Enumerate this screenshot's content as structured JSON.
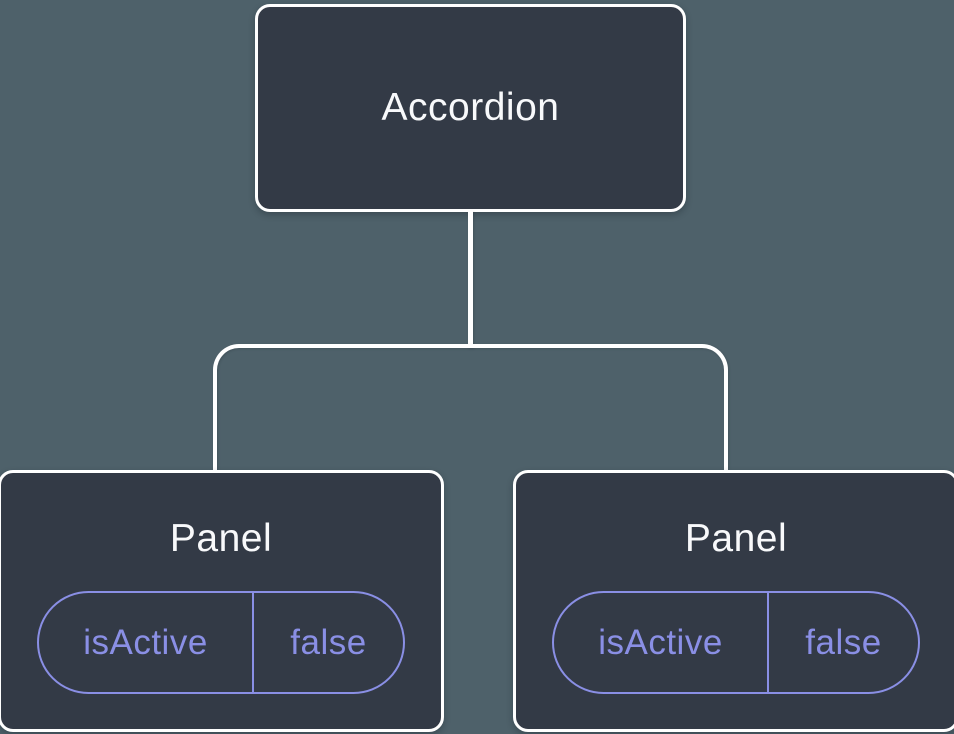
{
  "diagram": {
    "colors": {
      "canvas-bg": "#4E616A",
      "node-bg": "#333A46",
      "connector": "#FFFFFF",
      "node-text": "#F8F9FB",
      "accent": "#8A8FE5"
    },
    "root": {
      "label": "Accordion"
    },
    "children": [
      {
        "label": "Panel",
        "state": {
          "key": "isActive",
          "value": "false"
        }
      },
      {
        "label": "Panel",
        "state": {
          "key": "isActive",
          "value": "false"
        }
      }
    ]
  }
}
